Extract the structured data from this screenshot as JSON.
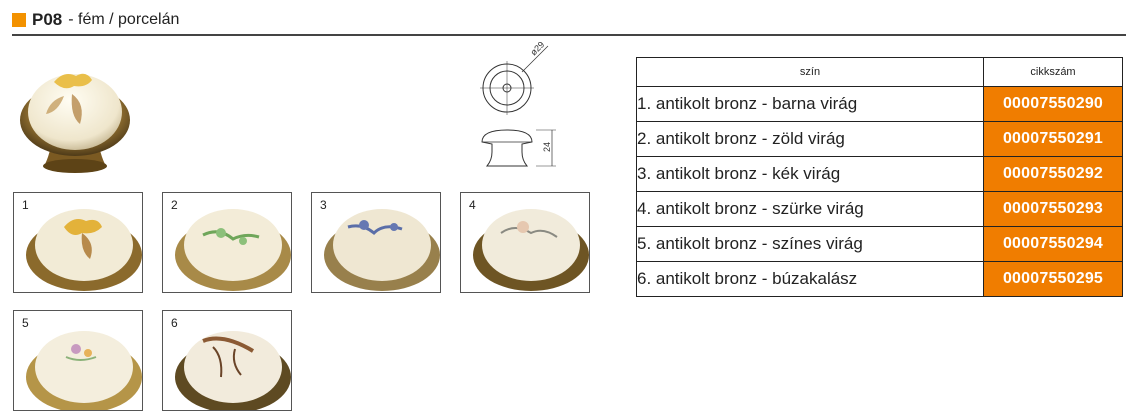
{
  "header": {
    "code": "P08",
    "description": "- fém / porcelán",
    "accent_color": "#f39200"
  },
  "drawing": {
    "diameter_label": "ø29",
    "height_label": "24"
  },
  "thumbnails": [
    {
      "number": "1",
      "decor": "brown-flower"
    },
    {
      "number": "2",
      "decor": "green-flower"
    },
    {
      "number": "3",
      "decor": "blue-flower"
    },
    {
      "number": "4",
      "decor": "grey-flower"
    },
    {
      "number": "5",
      "decor": "multicolor-flower"
    },
    {
      "number": "6",
      "decor": "wheat"
    }
  ],
  "table": {
    "headers": [
      "szín",
      "cikkszám"
    ],
    "rows": [
      {
        "name": "1. antikolt bronz - barna virág",
        "code": "00007550290"
      },
      {
        "name": "2. antikolt bronz - zöld virág",
        "code": "00007550291"
      },
      {
        "name": "3. antikolt bronz - kék virág",
        "code": "00007550292"
      },
      {
        "name": "4. antikolt bronz - szürke virág",
        "code": "00007550293"
      },
      {
        "name": "5. antikolt bronz - színes virág",
        "code": "00007550294"
      },
      {
        "name": "6. antikolt bronz - búzakalász",
        "code": "00007550295"
      }
    ],
    "code_bg": "#f07d00"
  }
}
